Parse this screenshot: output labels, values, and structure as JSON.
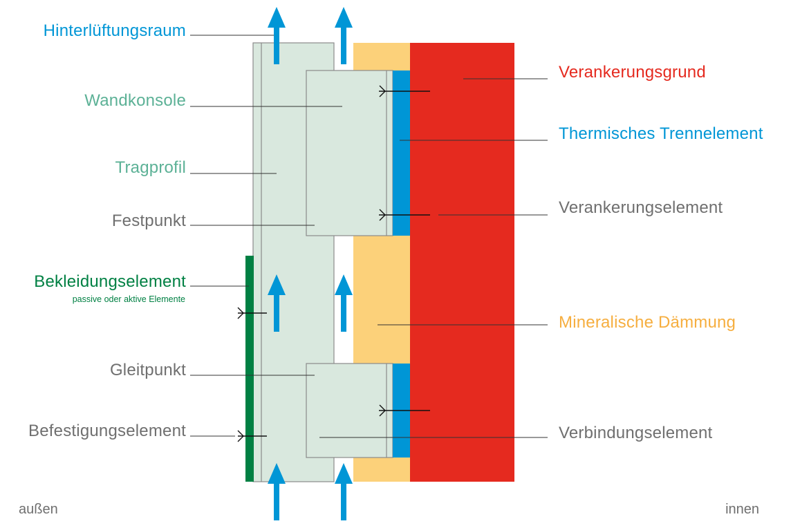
{
  "colors": {
    "blue": "#0096d6",
    "teal": "#5cb196",
    "gray": "#6f6f6f",
    "green": "#008043",
    "red": "#e52a1f",
    "orange": "#f6ae3f",
    "insulation": "#fcd17a",
    "panel": "#d9e8de",
    "panel_stroke": "#8a8a8a",
    "leader": "#333333"
  },
  "labels": {
    "hinterlueftungsraum": "Hinterlüftungsraum",
    "wandkonsole": "Wandkonsole",
    "tragprofil": "Tragprofil",
    "festpunkt": "Festpunkt",
    "bekleidungselement": "Bekleidungselement",
    "bekleidungselement_sub": "passive oder aktive Elemente",
    "gleitpunkt": "Gleitpunkt",
    "befestigungselement": "Befestigungselement",
    "verankerungsgrund": "Verankerungsgrund",
    "thermisches_trennelement": "Thermisches Trennelement",
    "verankerungselement": "Verankerungselement",
    "mineralische_daemmung": "Mineralische Dämmung",
    "verbindungselement": "Verbindungselement"
  },
  "sides": {
    "aussen": "außen",
    "innen": "innen"
  },
  "icons": {
    "airflow": "arrow-up-icon"
  }
}
